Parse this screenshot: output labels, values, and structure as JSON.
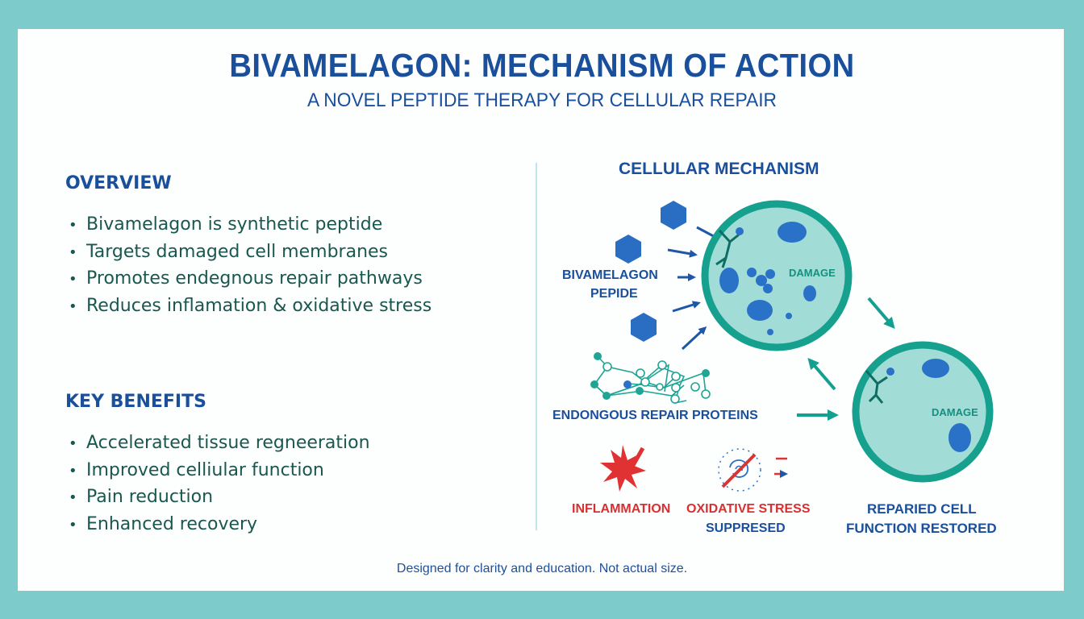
{
  "header": {
    "title": "BIVAMELAGON: MECHANISM OF ACTION",
    "subtitle": "A NOVEL PEPTIDE THERAPY FOR CELLULAR REPAIR"
  },
  "overview": {
    "heading": "OVERVIEW",
    "bullet_glyph": "•",
    "items": [
      "Bivamelagon is synthetic peptide",
      "Targets damaged cell membranes",
      "Promotes endegnous repair pathways",
      "Reduces inflamation & oxidative stress"
    ]
  },
  "benefits": {
    "heading": "KEY BENEFITS",
    "items": [
      "Accelerated tissue regneeration",
      "Improved celliular function",
      "Pain reduction",
      "Enhanced recovery"
    ]
  },
  "diagram": {
    "heading": "CELLULAR MECHANISM",
    "peptide_label_line1": "BIVAMELAGON",
    "peptide_label_line2": "PEPIDE",
    "damaged_cell_label": "DAMAGE",
    "repaired_cell_label": "DAMAGE",
    "proteins_label": "ENDONGOUS REPAIR PROTEINS",
    "inflammation_label": "INFLAMMATION",
    "oxidative_label_line1": "OXIDATIVE STRESS",
    "oxidative_label_line2": "SUPPRESED",
    "repaired_label_line1": "REPARIED CELL",
    "repaired_label_line2": "FUNCTION RESTORED",
    "icons": [
      "peptide-hexagon-icon",
      "cell-icon",
      "protein-network-icon",
      "inflammation-burst-icon",
      "oxidative-stress-crossed-icon",
      "arrow-icon"
    ]
  },
  "colors": {
    "frame": "#7ecbcb",
    "heading_blue": "#1a4f9c",
    "body_teal": "#19574f",
    "cell_ring": "#16a08e",
    "cell_fill": "#a2dcd7",
    "organelle_blue": "#2a72c8",
    "alert_red": "#e03232"
  },
  "footer": {
    "note": "Designed for clarity and education. Not actual size."
  }
}
